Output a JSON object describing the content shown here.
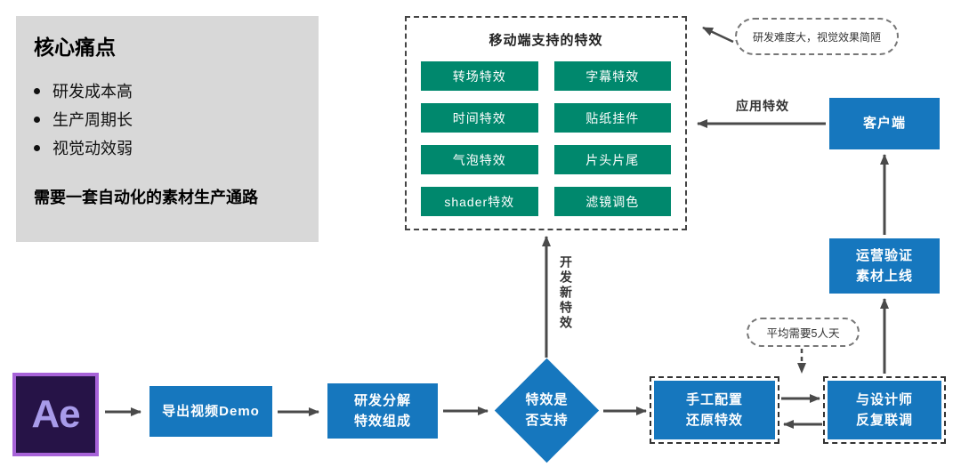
{
  "pain_panel": {
    "title": "核心痛点",
    "bullets": [
      "研发成本高",
      "生产周期长",
      "视觉动效弱"
    ],
    "conclusion": "需要一套自动化的素材生产通路"
  },
  "effects_panel": {
    "title": "移动端支持的特效",
    "buttons": [
      "转场特效",
      "字幕特效",
      "时间特效",
      "贴纸挂件",
      "气泡特效",
      "片头片尾",
      "shader特效",
      "滤镜调色"
    ]
  },
  "flow": {
    "ae_label": "Ae",
    "export_demo": "导出视频Demo",
    "decompose": [
      "研发分解",
      "特效组成"
    ],
    "decision": [
      "特效是",
      "否支持"
    ],
    "manual": [
      "手工配置",
      "还原特效"
    ],
    "designer": [
      "与设计师",
      "反复联调"
    ],
    "client": "客户端",
    "verify": [
      "运营验证",
      "素材上线"
    ]
  },
  "annotations": {
    "difficulty_note": "研发难度大，视觉效果简陋",
    "effort_note": "平均需要5人天",
    "apply_effects": "应用特效",
    "develop_new": "开发新特效"
  },
  "colors": {
    "node_blue": "#1677BE",
    "effect_teal": "#00886D",
    "panel_gray": "#D8D8D8",
    "arrow_gray": "#4A4A4A",
    "ae_border_purple": "#A763D8",
    "ae_background": "#261347",
    "ae_text_purple": "#A89BEA"
  }
}
